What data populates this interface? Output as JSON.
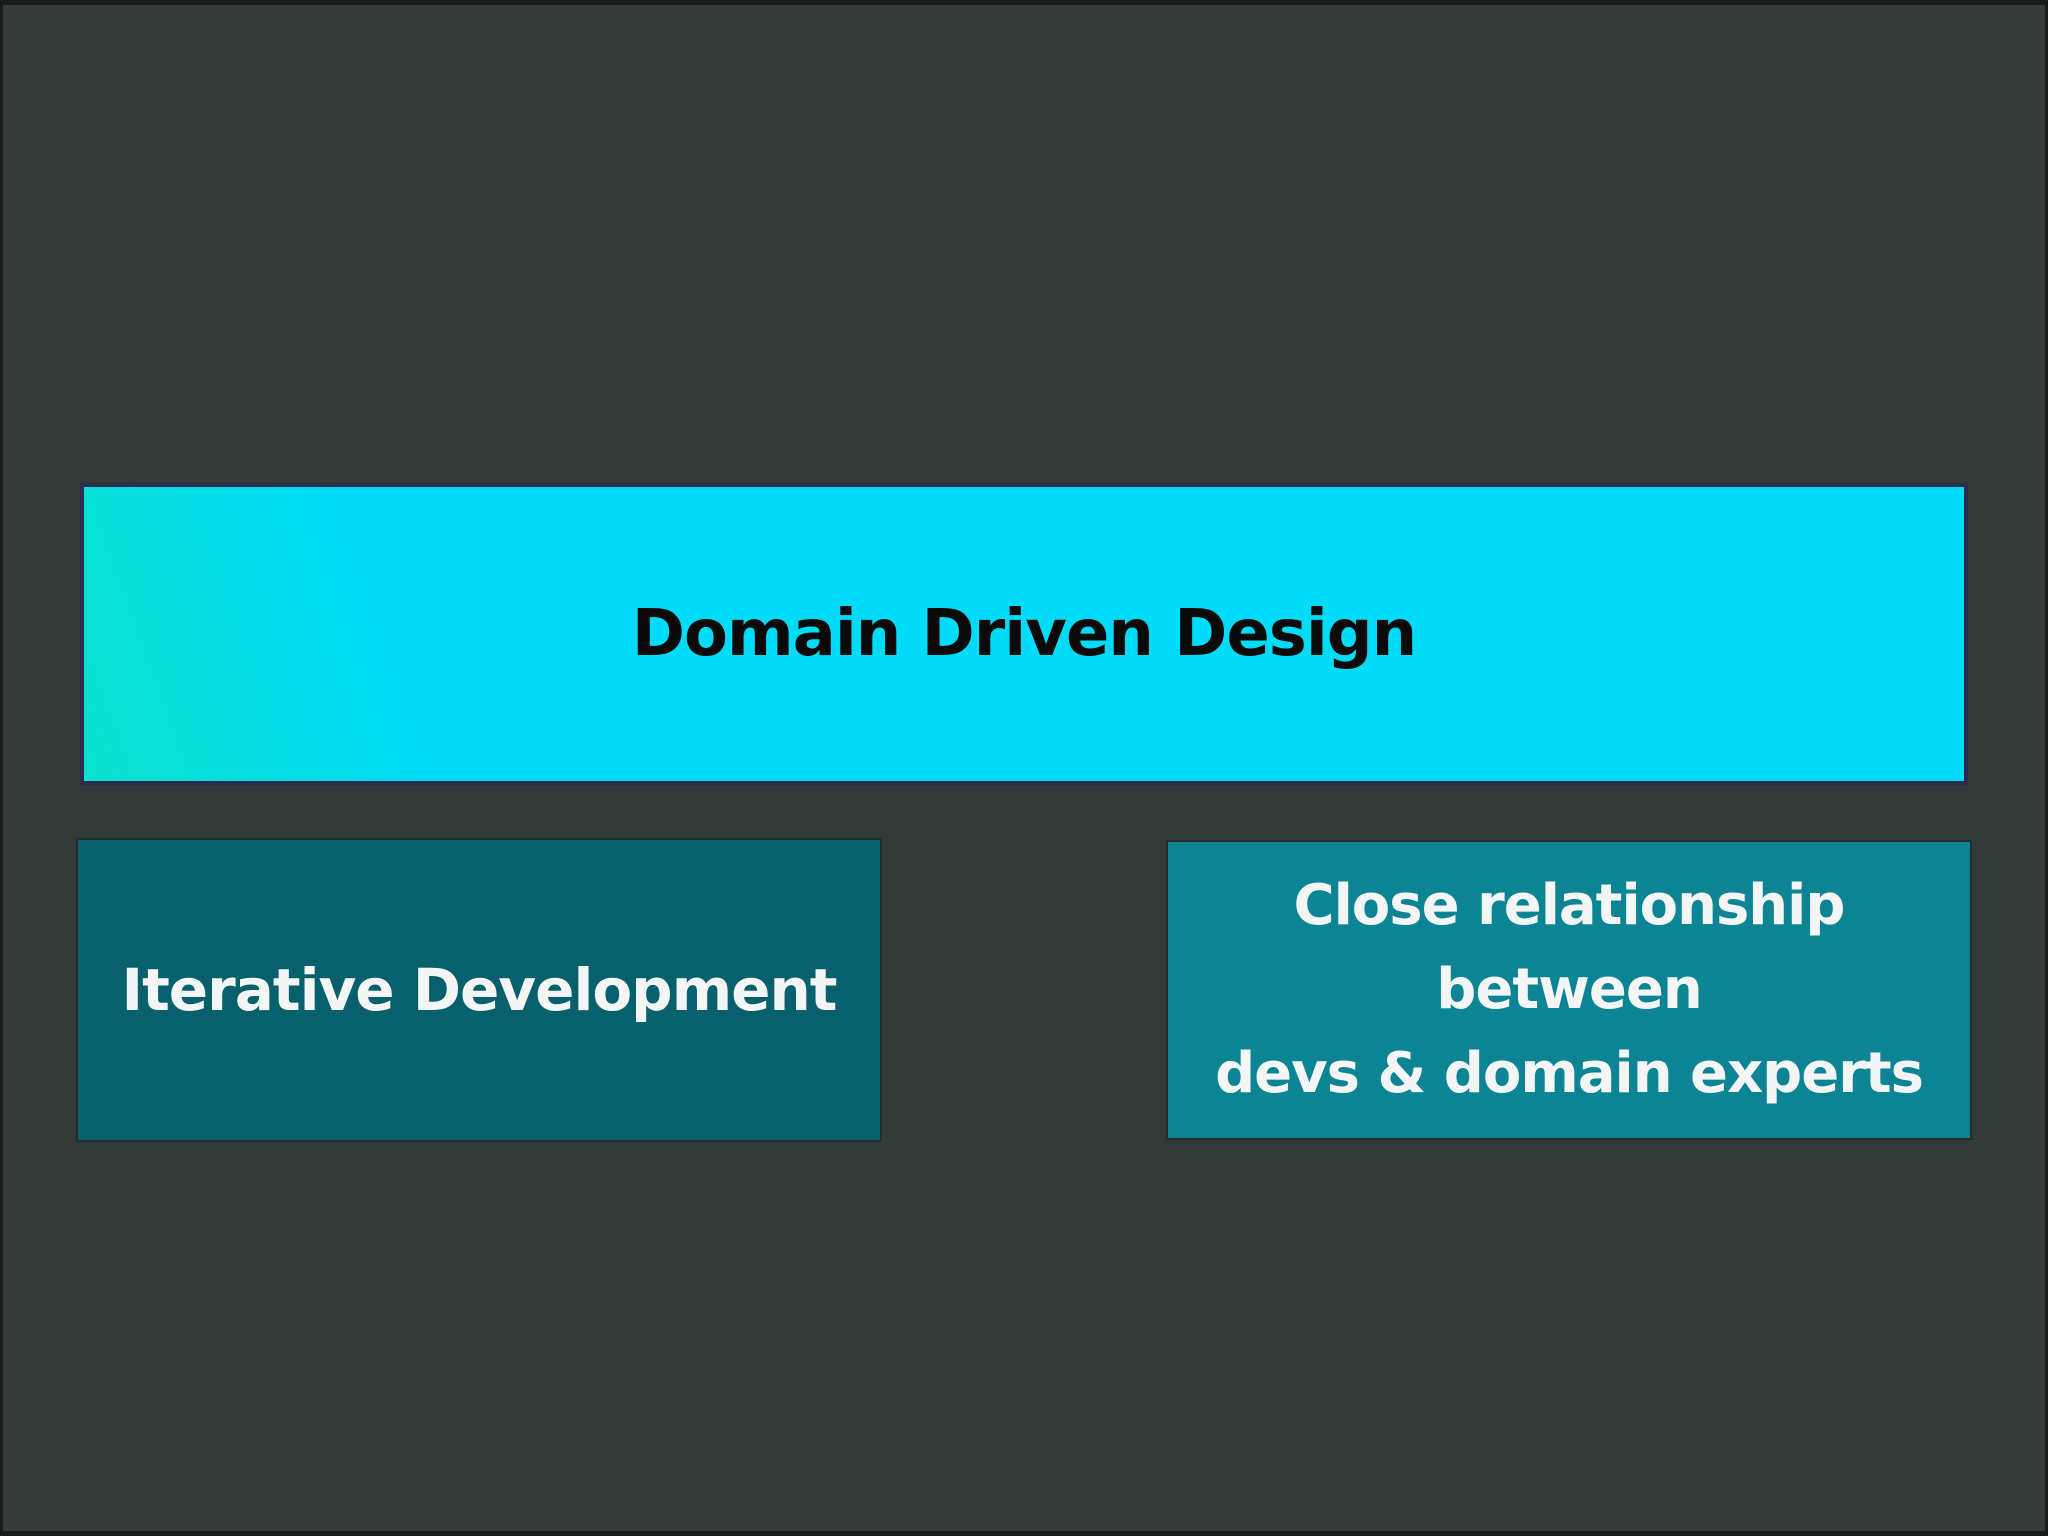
{
  "colors": {
    "bg": "#333a37",
    "frame": "#181d1b",
    "cyan": "#00dcf8",
    "cyan-tint": "#0ce1cd",
    "box-outline": "#2a2d4e",
    "teal-dark": "#08606c",
    "teal-light": "#0c8494",
    "title-text": "#0a0a0a",
    "box-text": "#f3f6f5"
  },
  "diagram": {
    "title_box": {
      "label": "Domain Driven Design"
    },
    "left_box": {
      "label": "Iterative Development"
    },
    "right_box": {
      "lines": [
        "Close relationship",
        "between",
        "devs & domain experts"
      ]
    }
  }
}
